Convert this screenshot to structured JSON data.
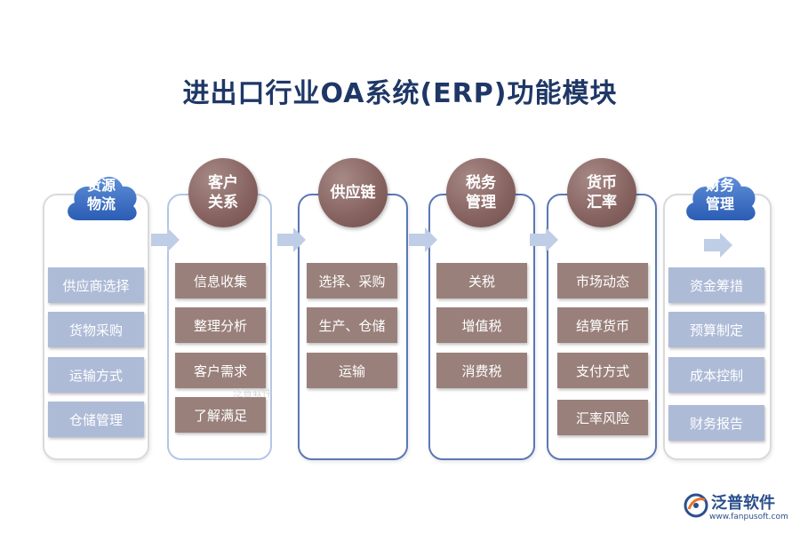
{
  "title": "进出口行业OA系统(ERP)功能模块",
  "modules": [
    {
      "title_lines": [
        "货源",
        "物流"
      ],
      "items": [
        "供应商选择",
        "货物采购",
        "运输方式",
        "仓储管理"
      ]
    },
    {
      "title_lines": [
        "客户",
        "关系"
      ],
      "items": [
        "信息收集",
        "整理分析",
        "客户需求",
        "了解满足"
      ]
    },
    {
      "title_lines": [
        "供应链"
      ],
      "items": [
        "选择、采购",
        "生产、仓储",
        "运输"
      ]
    },
    {
      "title_lines": [
        "税务",
        "管理"
      ],
      "items": [
        "关税",
        "增值税",
        "消费税"
      ]
    },
    {
      "title_lines": [
        "货币",
        "汇率"
      ],
      "items": [
        "市场动态",
        "结算货币",
        "支付方式",
        "汇率风险"
      ]
    },
    {
      "title_lines": [
        "财务",
        "管理"
      ],
      "items": [
        "资金筹措",
        "预算制定",
        "成本控制",
        "财务报告"
      ]
    }
  ],
  "watermark": "泛普软件",
  "logo": {
    "name": "泛普软件",
    "url": "www.fanpusoft.com"
  },
  "colors": {
    "blue_box": "#aebbd7",
    "mauve_box": "#99807b",
    "title": "#1e3766",
    "arrow": "#bfcde6"
  }
}
